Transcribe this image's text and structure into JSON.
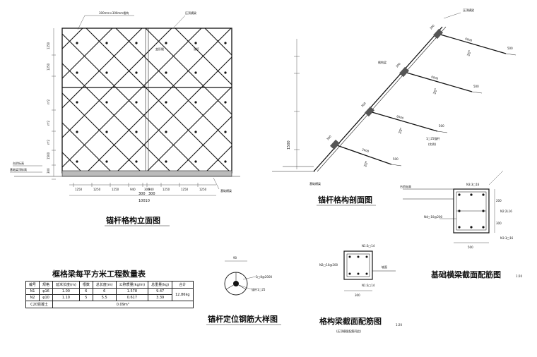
{
  "elevation": {
    "title": "锚杆格构立面图",
    "labels": {
      "frame": "300mm×300mm格构",
      "cap_beam": "压顶横梁",
      "joint": "变形缝",
      "anchor": "锚杆",
      "platform": "台阶标高",
      "base_top": "基础梁顶标高",
      "base_beam": "基础横梁"
    },
    "left_dims": [
      "1250",
      "1250",
      "n*2",
      "n*2",
      "n*2",
      "1500",
      "300"
    ],
    "bottom_dims": [
      "1250",
      "1250",
      "1250",
      "940",
      "300",
      "940",
      "1250",
      "1250",
      "1250"
    ],
    "center_dims": [
      "300",
      "300"
    ],
    "total": "10010"
  },
  "section": {
    "title": "锚杆格构剖面图",
    "labels": {
      "cap": "压顶横梁",
      "frame": "格构梁",
      "bar": "1□25锚杆",
      "bar_sub": "(实例)",
      "base": "基础横梁"
    },
    "lengths": [
      "6000",
      "6000",
      "6000",
      "2000"
    ],
    "beams": [
      "300",
      "300",
      "300",
      "300"
    ],
    "holes": [
      "500",
      "500",
      "500",
      "500"
    ],
    "angle": "20°",
    "left_dim": "1500"
  },
  "base_beam": {
    "title": "基础横梁截面配筋图",
    "scale": "1:20",
    "labels": {
      "platform": "台阶标高",
      "n3_top": "N3:3□16",
      "n2": "N2:2L16",
      "n4": "N4□10@200",
      "n3_bot": "N3:3□16",
      "w": "500",
      "h1": "200",
      "h2": "300"
    }
  },
  "frame_beam": {
    "title": "格构梁截面配筋图",
    "scale": "1:20",
    "note": "(压顶横梁配筋同此)",
    "labels": {
      "n1_top": "N1:3□14",
      "n2": "N2□10@200",
      "n1_bot": "N1:3□14",
      "slope": "坡面",
      "w": "300"
    }
  },
  "detail": {
    "title": "锚杆定位钢筋大样图",
    "labels": {
      "dim": "90",
      "bar": "3□8@2000",
      "anchor": "锚杆1□25"
    }
  },
  "quantity_table": {
    "title": "框格梁每平方米工程数量表",
    "headers": [
      "编号",
      "规格",
      "延米长度(m)",
      "根数",
      "总长度(m)",
      "公称质量(kg/m)",
      "总重量(kg)",
      "合计"
    ],
    "rows": [
      [
        "N1",
        "φ16",
        "1.00",
        "6",
        "6",
        "1.578",
        "9.47",
        "12.86kg"
      ],
      [
        "N2",
        "φ10",
        "1.10",
        "5",
        "5.5",
        "0.617",
        "3.39",
        ""
      ]
    ],
    "concrete": {
      "label": "C20混凝土",
      "value": "0.09m³"
    }
  }
}
